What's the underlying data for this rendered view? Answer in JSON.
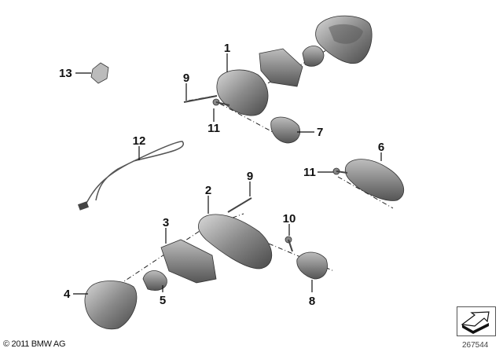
{
  "labels": {
    "p1": "1",
    "p2": "2",
    "p3": "3",
    "p4": "4",
    "p5": "5",
    "p6": "6",
    "p7": "7",
    "p8": "8",
    "p9a": "9",
    "p9b": "9",
    "p10": "10",
    "p11a": "11",
    "p11b": "11",
    "p12": "12",
    "p13": "13"
  },
  "footer": {
    "copyright": "© 2011 BMW AG",
    "diagram_number": "267544"
  },
  "icons": {
    "nav": "arrow-navigation-icon"
  }
}
